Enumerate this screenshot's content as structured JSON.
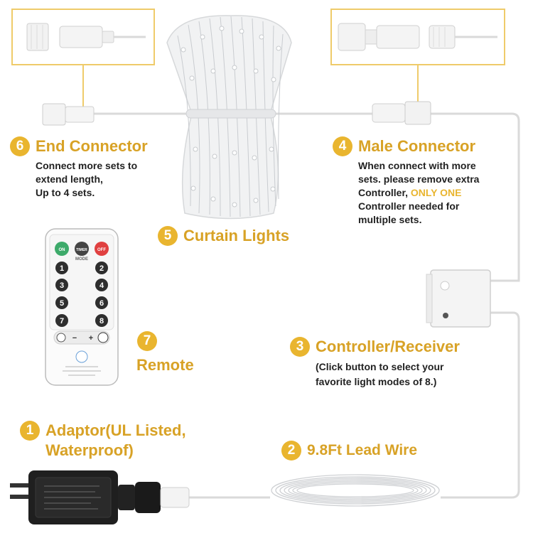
{
  "colors": {
    "accent": "#e9b52f",
    "title_text": "#d8a226",
    "desc_text": "#222222",
    "wire": "#d9d9d9",
    "frame": "#efcb6a",
    "remote_on": "#3daa6a",
    "remote_timer": "#444444",
    "remote_off": "#e04040"
  },
  "labels": {
    "end_connector": {
      "number": "6",
      "title": "End Connector",
      "desc_lines": [
        "Connect more sets to",
        "extend length,",
        "Up to 4 sets."
      ]
    },
    "male_connector": {
      "number": "4",
      "title": "Male Connector",
      "desc_line1": "When connect with more",
      "desc_line2": "sets. please remove extra",
      "desc_line3_a": "Controller, ",
      "desc_line3_b": "ONLY ONE",
      "desc_line4": "Controller needed for",
      "desc_line5": "multiple sets."
    },
    "curtain_lights": {
      "number": "5",
      "title": "Curtain Lights"
    },
    "remote": {
      "number": "7",
      "title": "Remote"
    },
    "controller": {
      "number": "3",
      "title": "Controller/Receiver",
      "desc_lines": [
        "(Click button to select your",
        "favorite light modes of 8.)"
      ]
    },
    "adaptor": {
      "number": "1",
      "title_lines": [
        "Adaptor(UL Listed,",
        "Waterproof)"
      ]
    },
    "lead_wire": {
      "number": "2",
      "title": "9.8Ft Lead Wire"
    }
  },
  "remote": {
    "top_buttons": [
      "ON",
      "TIMER",
      "OFF"
    ],
    "mode_label": "MODE",
    "number_buttons": [
      "1",
      "2",
      "3",
      "4",
      "5",
      "6",
      "7",
      "8"
    ],
    "brightness_minus": "−",
    "brightness_plus": "+"
  }
}
